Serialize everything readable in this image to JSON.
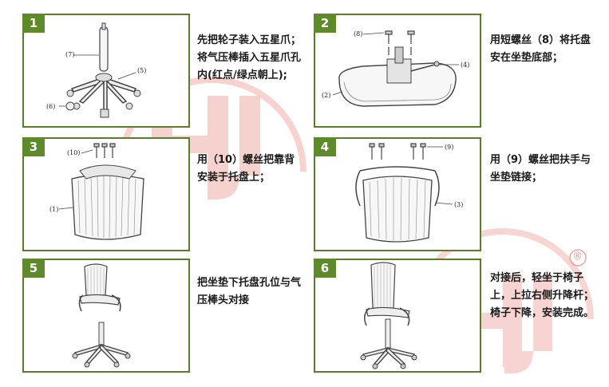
{
  "brand": {
    "watermark_mark": "HJ",
    "registered": "®",
    "colors": {
      "panel_border": "#5a7d2a",
      "badge": "#5e8a2c",
      "watermark": "#f2b9b5"
    }
  },
  "steps": [
    {
      "number": "1",
      "text": "先把轮子装入五星爪；将气压棒插入五星爪孔内(红点/绿点朝上);",
      "labels": [
        "(7)",
        "(5)",
        "(6)"
      ]
    },
    {
      "number": "2",
      "text": "用短螺丝（8）将托盘安在坐垫底部；",
      "labels": [
        "(8)",
        "(4)",
        "(2)"
      ]
    },
    {
      "number": "3",
      "text": "用（10）螺丝把靠背安装于托盘上；",
      "labels": [
        "(10)",
        "(1)"
      ]
    },
    {
      "number": "4",
      "text": "用（9）螺丝把扶手与坐垫链接；",
      "labels": [
        "(9)",
        "(3)"
      ]
    },
    {
      "number": "5",
      "text": "把坐垫下托盘孔位与气压棒头对接",
      "labels": []
    },
    {
      "number": "6",
      "text": "对接后，轻坐于椅子上，上拉右侧升降杆；椅子下降，安装完成。",
      "labels": []
    }
  ]
}
